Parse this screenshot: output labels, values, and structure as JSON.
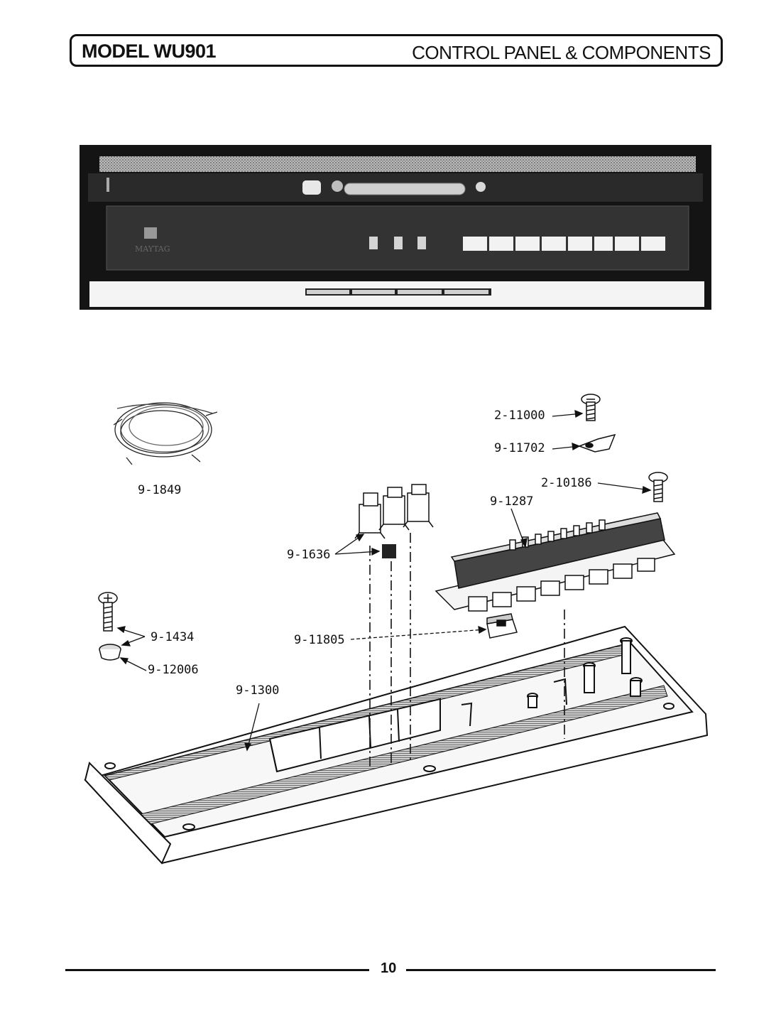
{
  "header": {
    "model": "MODEL WU901",
    "section": "CONTROL PANEL & COMPONENTS"
  },
  "panel_photo": {
    "brand_text": "MAYTAG"
  },
  "parts": [
    {
      "id": "p-2-11000",
      "number": "2-11000"
    },
    {
      "id": "p-9-11702",
      "number": "9-11702"
    },
    {
      "id": "p-2-10186",
      "number": "2-10186"
    },
    {
      "id": "p-9-1287",
      "number": "9-1287"
    },
    {
      "id": "p-9-1849",
      "number": "9-1849"
    },
    {
      "id": "p-9-1636",
      "number": "9-1636"
    },
    {
      "id": "p-9-11805",
      "number": "9-11805"
    },
    {
      "id": "p-9-1434",
      "number": "9-1434"
    },
    {
      "id": "p-9-12006",
      "number": "9-12006"
    },
    {
      "id": "p-9-1300",
      "number": "9-1300"
    }
  ],
  "footer": {
    "page_number": "10"
  }
}
